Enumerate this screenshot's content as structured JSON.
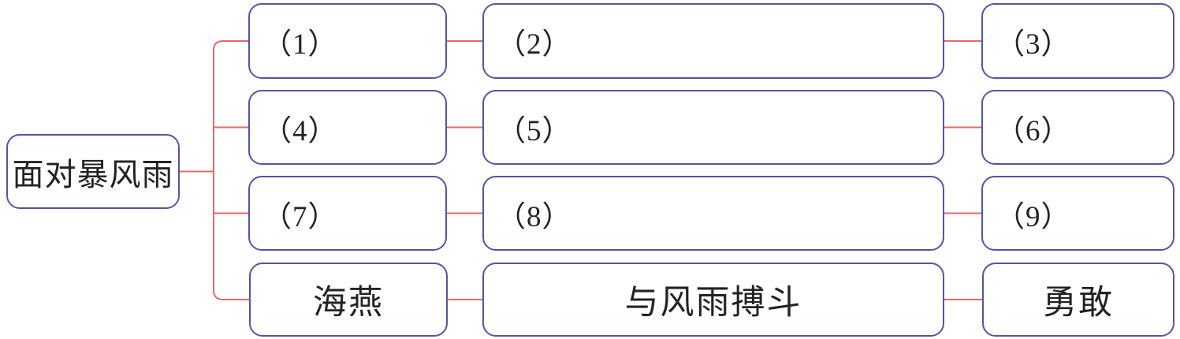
{
  "diagram": {
    "title_hint": "mind-map for the lesson 面对暴风雨 (Facing the Storm)",
    "root": {
      "label": "面对暴风雨"
    },
    "rows": [
      {
        "cells": [
          "（1）",
          "（2）",
          "（3）"
        ]
      },
      {
        "cells": [
          "（4）",
          "（5）",
          "（6）"
        ]
      },
      {
        "cells": [
          "（7）",
          "（8）",
          "（9）"
        ]
      },
      {
        "cells": [
          "海燕",
          "与风雨搏斗",
          "勇敢"
        ]
      }
    ]
  },
  "colors": {
    "box_border": "#5056a2",
    "connector_line": "#e56a6a",
    "text": "#232323",
    "background": "#ffffff"
  }
}
